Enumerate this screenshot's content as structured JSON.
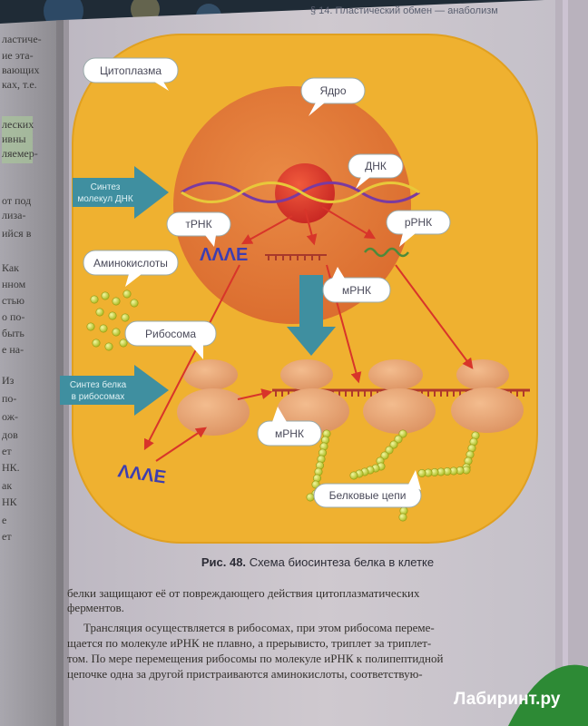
{
  "header": "§ 14. Пластический обмен — анаболизм",
  "diagram": {
    "cytoplasm": "Цитоплазма",
    "nucleus": "Ядро",
    "dna": "ДНК",
    "trna": "тРНК",
    "rrna": "рРНК",
    "mrna_top": "мРНК",
    "amino_acids": "Аминокислоты",
    "ribosome": "Рибосома",
    "mrna_bottom": "мРНК",
    "protein_chains": "Белковые цепи",
    "arrow_dna_line1": "Синтез",
    "arrow_dna_line2": "молекул ДНК",
    "arrow_prot_line1": "Синтез белка",
    "arrow_prot_line2": "в рибосомах",
    "trna_glyph": "ΛΛΛΕ"
  },
  "caption": {
    "label": "Рис. 48.",
    "text": "Схема биосинтеза белка в клетке"
  },
  "paragraphs": [
    "белки защищают её от повреждающего действия цитоплазматических",
    "ферментов.",
    "Трансляция осуществляется в рибосомах, при этом рибосома переме-",
    "щается по молекуле иРНК не плавно, а прерывисто, триплет за триплет-",
    "том. По мере перемещения рибосомы по молекуле иРНК к полипептидной",
    "цепочке одна за другой пристраиваются аминокислоты, соответствую-"
  ],
  "left_page_fragments": [
    "ластиче-",
    "ие эта-",
    "вающих",
    "ках, т.е.",
    "леских",
    "ивны",
    "ляемер-",
    "от под",
    "лиза-",
    "ийся в",
    "Как",
    "нном",
    "стью",
    "о по-",
    "быть",
    "е на-",
    "Из",
    "по-",
    "ож-",
    "дов",
    "ет",
    "НК.",
    "ак",
    "НК",
    "е",
    "ет"
  ],
  "watermark": "Лабиринт.ру",
  "colors": {
    "cell": "#efb130",
    "nucleus": "#e07433",
    "nucleolus": "#e3322b",
    "ribosome": "#eba879",
    "arrow_big": "#3f8fa0",
    "red_arrow": "#d8352a",
    "bead": "#c7d42a",
    "mrna": "#b0392b"
  }
}
